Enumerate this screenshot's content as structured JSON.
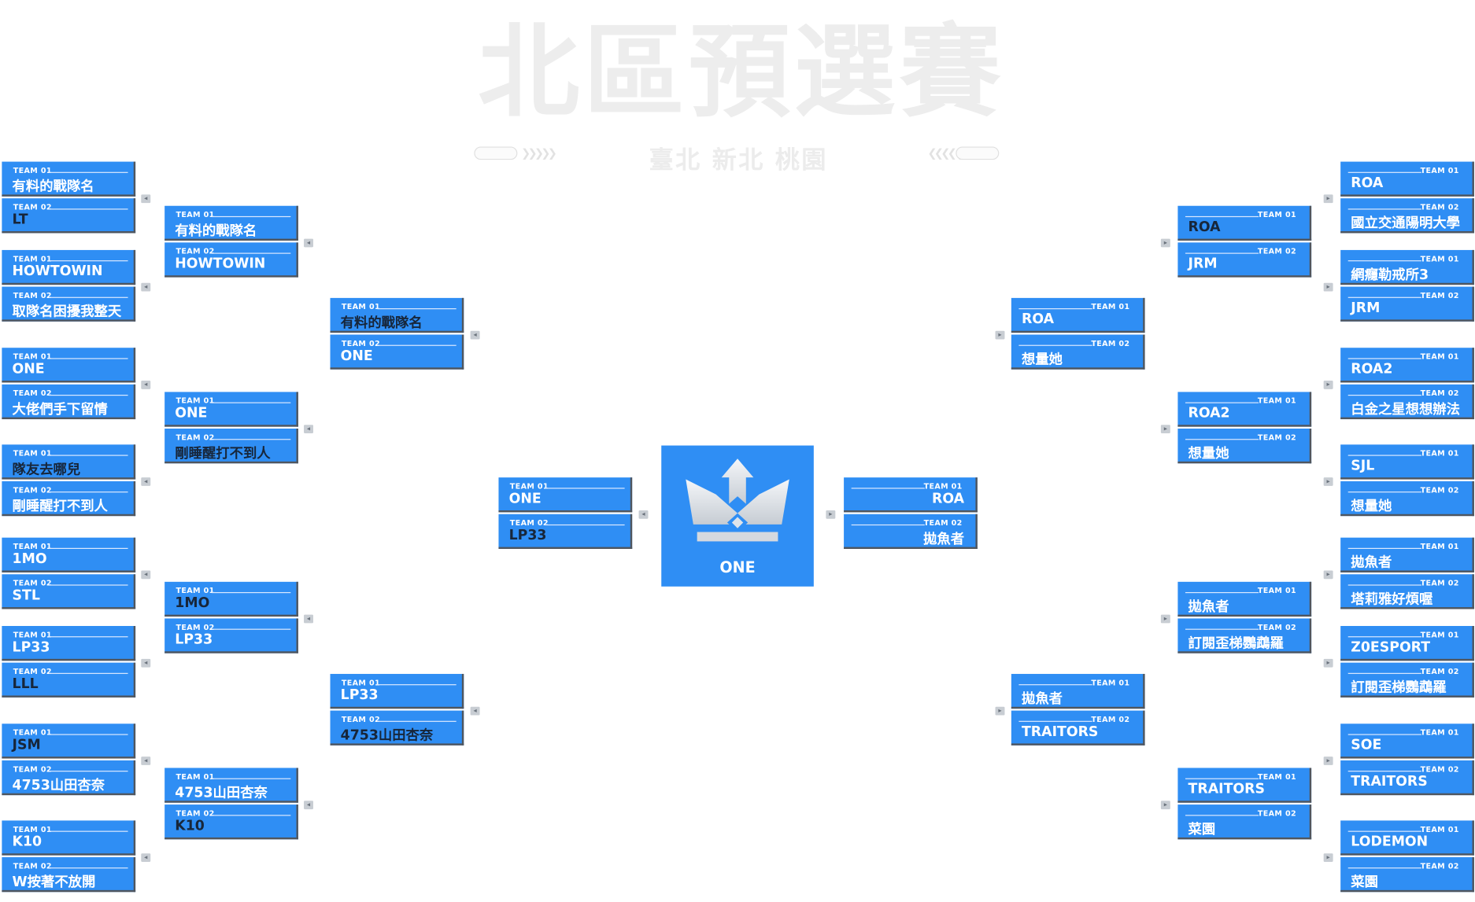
{
  "header": {
    "title": "北區預選賽",
    "subtitle": "臺北 新北 桃園"
  },
  "slot_labels": {
    "team1": "TEAM 01",
    "team2": "TEAM 02"
  },
  "colors": {
    "card": "#2f8ef4",
    "card_shadow": "#50565e",
    "title": "#ededed",
    "winner_text": "#ffffff",
    "loser_text": "#17263a"
  },
  "left_r1": [
    {
      "t1": "有料的戰隊名",
      "t2": "LT"
    },
    {
      "t1": "HOWTOWIN",
      "t2": "取隊名困擾我整天"
    },
    {
      "t1": "ONE",
      "t2": "大佬們手下留情"
    },
    {
      "t1": "隊友去哪兒",
      "t2": "剛睡醒打不到人"
    },
    {
      "t1": "1MO",
      "t2": "STL"
    },
    {
      "t1": "LP33",
      "t2": "LLL"
    },
    {
      "t1": "JSM",
      "t2": "4753山田杏奈"
    },
    {
      "t1": "K10",
      "t2": "W按著不放開"
    }
  ],
  "left_r2": [
    {
      "t1": "有料的戰隊名",
      "t2": "HOWTOWIN"
    },
    {
      "t1": "ONE",
      "t2": "剛睡醒打不到人"
    },
    {
      "t1": "1MO",
      "t2": "LP33"
    },
    {
      "t1": "4753山田杏奈",
      "t2": "K10"
    }
  ],
  "left_r3": [
    {
      "t1": "有料的戰隊名",
      "t2": "ONE"
    },
    {
      "t1": "LP33",
      "t2": "4753山田杏奈"
    }
  ],
  "left_final": {
    "t1": "ONE",
    "t2": "LP33"
  },
  "champion": {
    "name": "ONE",
    "icon": "crown-icon"
  },
  "right_final": {
    "t1": "ROA",
    "t2": "拋魚者"
  },
  "right_r3": [
    {
      "t1": "ROA",
      "t2": "想量她"
    },
    {
      "t1": "拋魚者",
      "t2": "TRAITORS"
    }
  ],
  "right_r2": [
    {
      "t1": "ROA",
      "t2": "JRM"
    },
    {
      "t1": "ROA2",
      "t2": "想量她"
    },
    {
      "t1": "拋魚者",
      "t2": "訂閱歪梯鸚鵡羅"
    },
    {
      "t1": "TRAITORS",
      "t2": "菜園"
    }
  ],
  "right_r1": [
    {
      "t1": "ROA",
      "t2": "國立交通陽明大學"
    },
    {
      "t1": "網癮勒戒所3",
      "t2": "JRM"
    },
    {
      "t1": "ROA2",
      "t2": "白金之星想想辦法"
    },
    {
      "t1": "SJL",
      "t2": "想量她"
    },
    {
      "t1": "拋魚者",
      "t2": "塔莉雅好煩喔"
    },
    {
      "t1": "Z0ESPORT",
      "t2": "訂閱歪梯鸚鵡羅"
    },
    {
      "t1": "SOE",
      "t2": "TRAITORS"
    },
    {
      "t1": "LODEMON",
      "t2": "菜園"
    }
  ]
}
